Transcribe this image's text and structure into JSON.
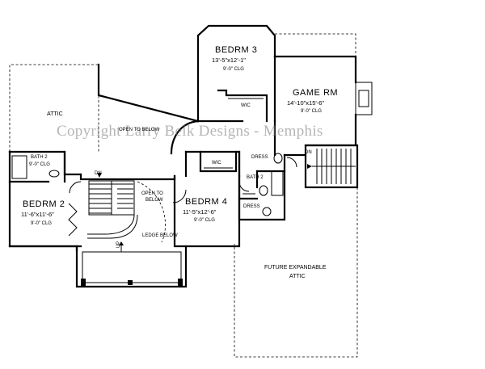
{
  "watermark": "Copyright Larry Belk Designs - Memphis",
  "rooms": {
    "bedrm3": {
      "name": "BEDRM 3",
      "dims": "13'-5\"x12'-1\"",
      "clg": "9'-0\" CLG"
    },
    "game_rm": {
      "name": "GAME RM",
      "dims": "14'-10\"x15'-6\"",
      "clg": "9'-0\" CLG"
    },
    "bedrm2": {
      "name": "BEDRM 2",
      "dims": "11'-6\"x11'-6\"",
      "clg": "9'-0\" CLG"
    },
    "bedrm4": {
      "name": "BEDRM 4",
      "dims": "11'-5\"x12'-6\"",
      "clg": "9'-0\" CLG"
    },
    "bath2_left": {
      "name": "BATH 2",
      "clg": "9'-0\" CLG"
    },
    "bath2_right": {
      "name": "BATH 2"
    }
  },
  "labels": {
    "attic": "ATTIC",
    "open_below_top": "OPEN TO BELOW",
    "open_below_mid_1": "OPEN TO",
    "open_below_mid_2": "BELOW",
    "wic_top": "WIC",
    "wic_mid": "WIC",
    "dress_top": "DRESS",
    "dress_bottom": "DRESS",
    "dn_left": "DN",
    "dn_right": "DN",
    "ledge_below": "LEDGE BELOW",
    "future_attic_1": "FUTURE EXPANDABLE",
    "future_attic_2": "ATTIC",
    "up": "UP"
  }
}
